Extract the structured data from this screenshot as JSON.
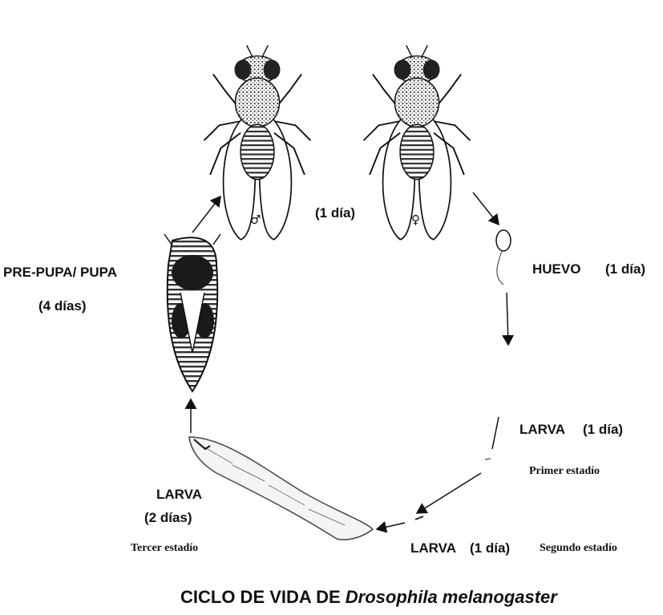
{
  "title": {
    "prefix": "CICLO DE VIDA DE",
    "species": "Drosophila melanogaster"
  },
  "adult": {
    "duration": "(1 día)",
    "male_symbol": "♂",
    "female_symbol": "♀"
  },
  "pupa": {
    "label": "PRE-PUPA/ PUPA",
    "duration": "(4 días)"
  },
  "egg": {
    "label": "HUEVO",
    "duration": "(1 día)"
  },
  "larva1": {
    "label": "LARVA",
    "duration": "(1 día)",
    "stage": "Primer estadío"
  },
  "larva2": {
    "label": "LARVA",
    "duration": "(1 día)",
    "stage": "Segundo estadío"
  },
  "larva3": {
    "label": "LARVA",
    "duration": "(2 días)",
    "stage": "Tercer estadío"
  },
  "colors": {
    "ink": "#111111",
    "background": "#ffffff"
  }
}
